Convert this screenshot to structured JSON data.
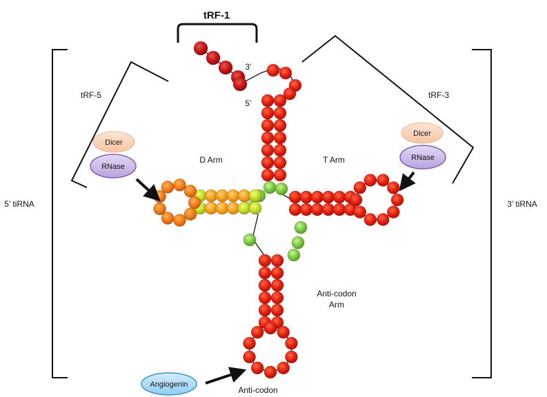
{
  "labels": {
    "trf1": "tRF-1",
    "trf5": "tRF-5",
    "trf3": "tRF-3",
    "tirna5": "5’ tiRNA",
    "tirna3": "3’ tiRNA",
    "three_prime": "3’",
    "five_prime": "5’",
    "d_arm": "D Arm",
    "t_arm": "T Arm",
    "anticodon_arm_line1": "Anti-codon",
    "anticodon_arm_line2": "Arm",
    "anticodon": "Anti-codon"
  },
  "enzymes": {
    "dicer_left": "Dicer",
    "rnase_left": "RNase",
    "dicer_right": "Dicer",
    "rnase_right": "RNase",
    "angiogenin": "Angiogenin"
  },
  "colors": {
    "red": "#e3200f",
    "dark_red": "#b40f0f",
    "orange": "#f07a12",
    "orange_dark": "#e0650a",
    "yellow_green": "#c5dc2a",
    "green": "#7ac943",
    "dicer_fill": "#fbd7bf",
    "rnase_fill": "#c9b8e6",
    "angiogenin_fill": "#a9d9f5"
  }
}
